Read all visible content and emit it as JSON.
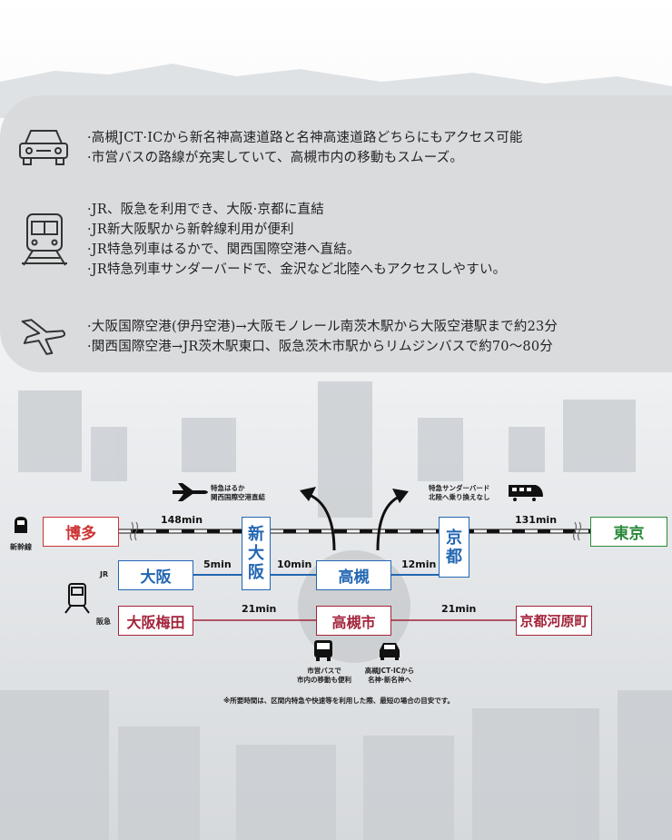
{
  "access": [
    {
      "icon": "car-icon",
      "lines": [
        "·高槻JCT·ICから新名神高速道路と名神高速道路どちらにもアクセス可能",
        "·市営バスの路線が充実していて、高槻市内の移動もスムーズ。"
      ]
    },
    {
      "icon": "train-icon",
      "lines": [
        "·JR、阪急を利用でき、大阪·京都に直結",
        "·JR新大阪駅から新幹線利用が便利",
        "·JR特急列車はるかで、関西国際空港へ直結。",
        "·JR特急列車サンダーバードで、金沢など北陸へもアクセスしやすい。"
      ]
    },
    {
      "icon": "airplane-icon",
      "lines": [
        "·大阪国際空港(伊丹空港)→大阪モノレール南茨木駅から大阪空港駅まで約23分",
        "·関西国際空港→JR茨木駅東口、阪急茨木市駅からリムジンバスで約70〜80分"
      ]
    }
  ],
  "map": {
    "stations": {
      "hakata": "博多",
      "tokyo": "東京",
      "shin_osaka": [
        "新",
        "大",
        "阪"
      ],
      "kyoto": [
        "京",
        "都"
      ],
      "osaka": "大阪",
      "takatsuki": "高槻",
      "osaka_umeda": "大阪梅田",
      "takatsukishi": "高槻市",
      "kyoto_kawaramachi": "京都河原町"
    },
    "times": {
      "hakata_shinosaka": "148min",
      "kyoto_tokyo": "131min",
      "osaka_shinosaka": "5min",
      "shinosaka_takatsuki": "10min",
      "takatsuki_kyoto": "12min",
      "umeda_takatsukishi": "21min",
      "takatsukishi_kawaramachi": "21min"
    },
    "line_labels": {
      "shinkansen": "新幹線",
      "jr": "JR",
      "hankyu": "阪急"
    },
    "haruka": [
      "特急はるか",
      "関西国際空港直結"
    ],
    "thunderbird": [
      "特急サンダーバード",
      "北陸へ乗り換えなし"
    ],
    "bus": [
      "市営バスで",
      "市内の移動も便利"
    ],
    "car": [
      "高槻JCT·ICから",
      "名神·新名神へ"
    ],
    "note": "※所要時間は、区間内特急や快速等を利用した際、最短の場合の目安です。"
  },
  "colors": {
    "shinkansen": "#111111",
    "jr": "#2266b3",
    "hankyu": "#a3243b",
    "hakata": "#cc3333",
    "tokyo": "#2a8a3a"
  }
}
